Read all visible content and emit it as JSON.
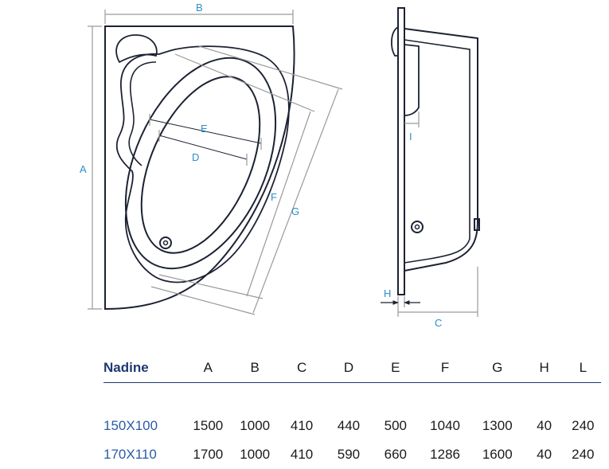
{
  "diagram": {
    "dimension_labels": {
      "A": "A",
      "B": "B",
      "C": "C",
      "D": "D",
      "E": "E",
      "F": "F",
      "G": "G",
      "H": "H",
      "I": "I"
    },
    "colors": {
      "outline": "#1c2233",
      "dimension_line": "#9a9a9a",
      "label": "#2a8fc9",
      "header_accent": "#1f3a70",
      "model_code": "#2b5ba8"
    }
  },
  "table": {
    "model_name": "Nadine",
    "columns": [
      "A",
      "B",
      "C",
      "D",
      "E",
      "F",
      "G",
      "H",
      "L"
    ],
    "rows": [
      {
        "model": "150X100",
        "values": [
          "1500",
          "1000",
          "410",
          "440",
          "500",
          "1040",
          "1300",
          "40",
          "240"
        ]
      },
      {
        "model": "170X110",
        "values": [
          "1700",
          "1000",
          "410",
          "590",
          "660",
          "1286",
          "1600",
          "40",
          "240"
        ]
      }
    ]
  }
}
